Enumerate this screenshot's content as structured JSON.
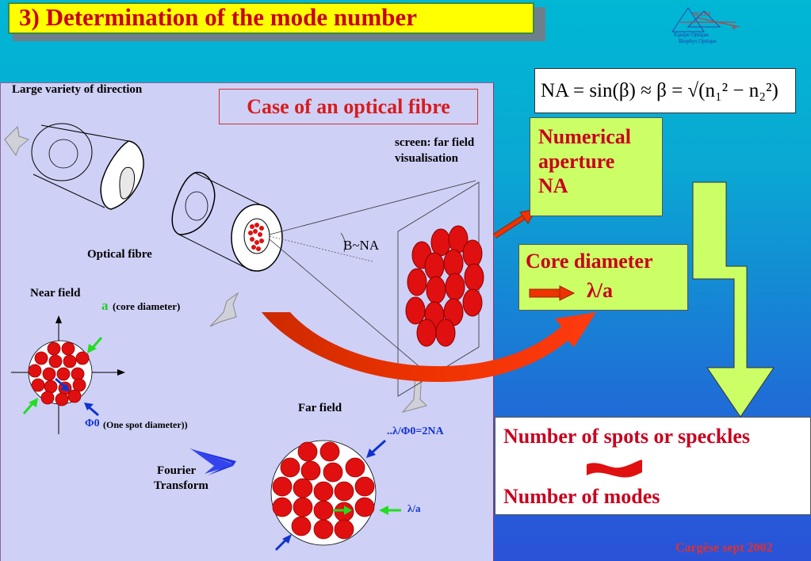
{
  "title": "3) Determination of the mode number",
  "case_label": "Case of an optical fibre",
  "labels": {
    "large_variety": "Large variety of direction",
    "optical_fibre": "Optical fibre",
    "near_field": "Near field",
    "core_symbol": "a",
    "core_diameter": "(core diameter)",
    "phi0_symbol": "Φ0",
    "one_spot": "(One spot  diameter))",
    "fourier_1": "Fourier",
    "fourier_2": "Transform",
    "far_field": "Far field",
    "far_field_ratio": "..λ/Φ0=2NA",
    "lambda_a_small": "λ/a",
    "screen_1": "screen: far field",
    "screen_2": "visualisation",
    "beta_na": "B~NA"
  },
  "formula": "NA = sin(β) ≈ β = √(n₁² − n₂²)",
  "numerical_aperture": {
    "line1": "Numerical",
    "line2": "aperture",
    "line3": "NA"
  },
  "core_diameter_box": {
    "line1": "Core diameter",
    "value": "λ/a"
  },
  "result": {
    "line1": "Number of spots or speckles",
    "line2": "Number of modes"
  },
  "logo": {
    "line1": "Équipe Optique",
    "line2": "Biophys Optique",
    "line3": "IRCOM"
  },
  "footer": "Cargèse sept 2002",
  "colors": {
    "title_bg": "#ffff00",
    "title_text": "#c8001e",
    "panel_bg": "#cfd0f6",
    "accent_green": "#ccff66",
    "speckle_red": "#e01010"
  }
}
